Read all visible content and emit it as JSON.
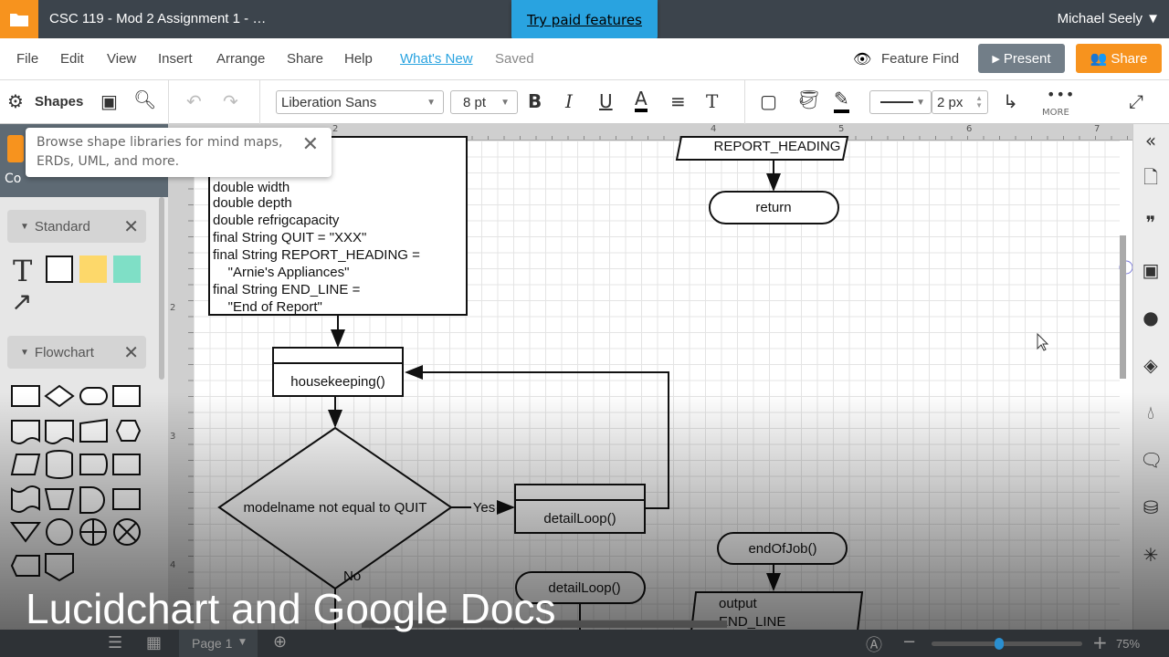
{
  "titlebar": {
    "doc_title": "CSC 119 - Mod 2 Assignment 1 - …",
    "paid_features": "Try paid features",
    "user": "Michael Seely ▼"
  },
  "menu": {
    "items": [
      "File",
      "Edit",
      "View",
      "Insert",
      "Arrange",
      "Share",
      "Help"
    ],
    "whats_new": "What's New",
    "status": "Saved",
    "feature_find": "Feature Find",
    "present": "Present",
    "share": "Share"
  },
  "toolbar": {
    "shapes": "Shapes",
    "font": "Liberation Sans",
    "font_size": "8 pt",
    "line_width": "2 px",
    "more": "MORE"
  },
  "tooltip": {
    "text": "Browse shape libraries for mind maps, ERDs, UML, and more.",
    "partial_label": "Co"
  },
  "libraries": [
    {
      "name": "Standard"
    },
    {
      "name": "Flowchart"
    }
  ],
  "rulers": {
    "top": [
      "2",
      "4",
      "5",
      "6",
      "7"
    ],
    "left": [
      "2",
      "3",
      "4"
    ]
  },
  "diagram": {
    "declarations": [
      "double width",
      "double depth",
      "double refrigcapacity",
      "final String QUIT = \"XXX\"",
      "final String REPORT_HEADING =",
      "    \"Arnie's Appliances\"",
      "final String END_LINE =",
      "    \"End of Report\""
    ],
    "housekeeping": "housekeeping()",
    "decision": "modelname not equal to QUIT",
    "yes": "Yes",
    "no": "No",
    "detail_loop_call": "detailLoop()",
    "detail_loop_terminal": "detailLoop()",
    "report_heading": "REPORT_HEADING",
    "return": "return",
    "end_of_job": "endOfJob()",
    "output": "output",
    "end_line": "END_LINE"
  },
  "bottom": {
    "page": "Page 1",
    "zoom": "75%",
    "zoom_level": 0.45
  },
  "caption": "Lucidchart and Google Docs",
  "colors": {
    "accent_orange": "#f7931e",
    "titlebar": "#3c444c",
    "paid_blue": "#29a3e0",
    "present_gray": "#727e88",
    "link": "#29a3e0"
  }
}
